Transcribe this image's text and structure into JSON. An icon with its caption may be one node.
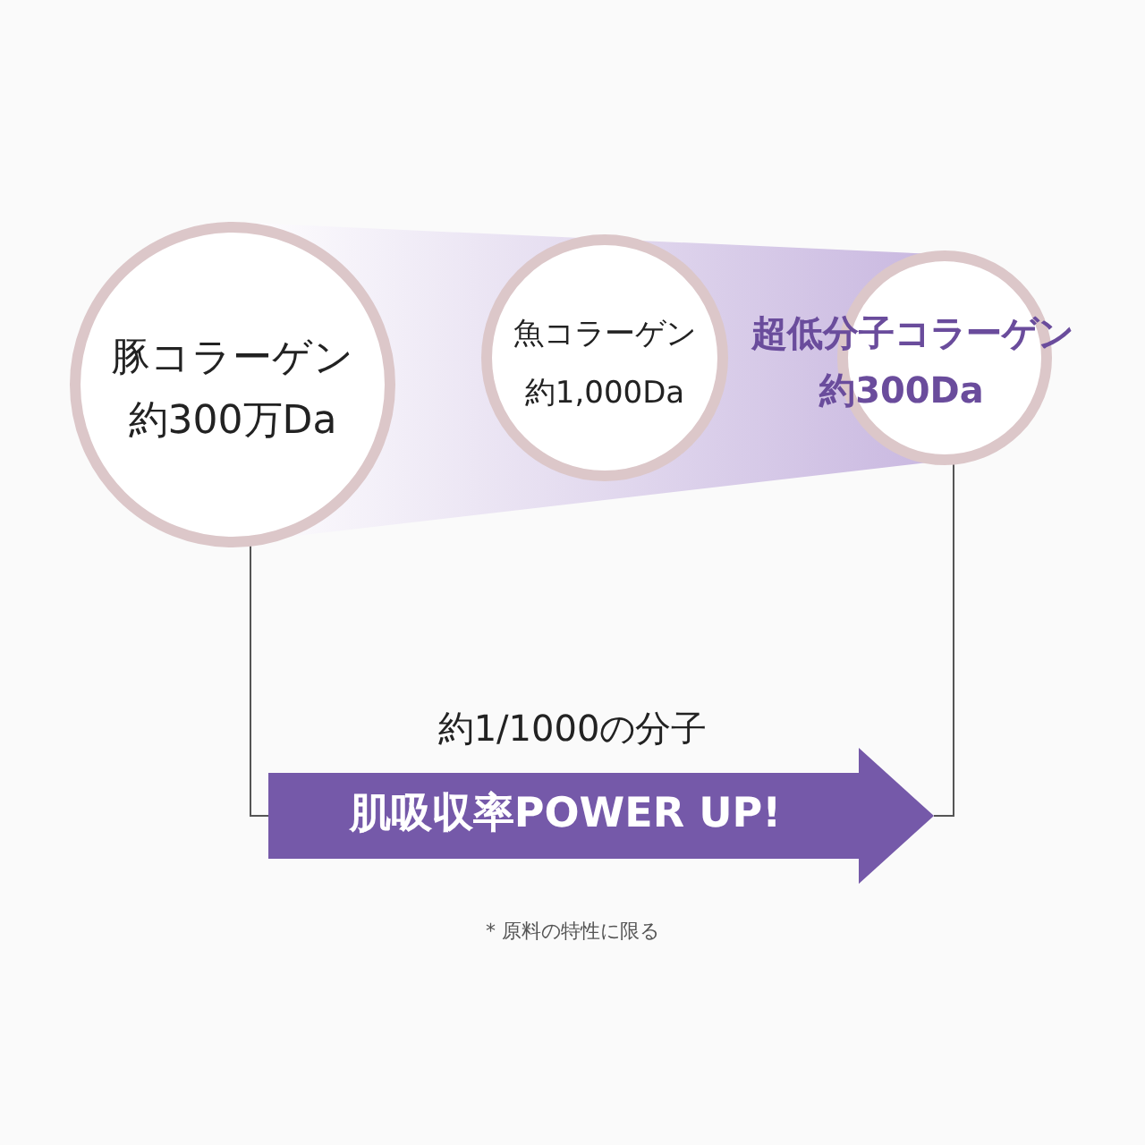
{
  "diagram": {
    "nodes": [
      {
        "text": [
          "豚コラーゲン",
          "約300万Da"
        ]
      },
      {
        "text": [
          "魚コラーゲン",
          "約1,000Da"
        ]
      },
      {
        "text": [
          "超低分子コラーゲン",
          "約300Da"
        ]
      },
      {
        "text": [
          "肌吸収率POWER UP!"
        ]
      }
    ],
    "edges": [
      {
        "from": 0,
        "to": 3,
        "arrow": "none"
      },
      {
        "from": 2,
        "to": 3,
        "arrow": "none"
      }
    ],
    "labels": [
      "約1/1000の分子",
      "* 原料の特性に限る"
    ]
  }
}
